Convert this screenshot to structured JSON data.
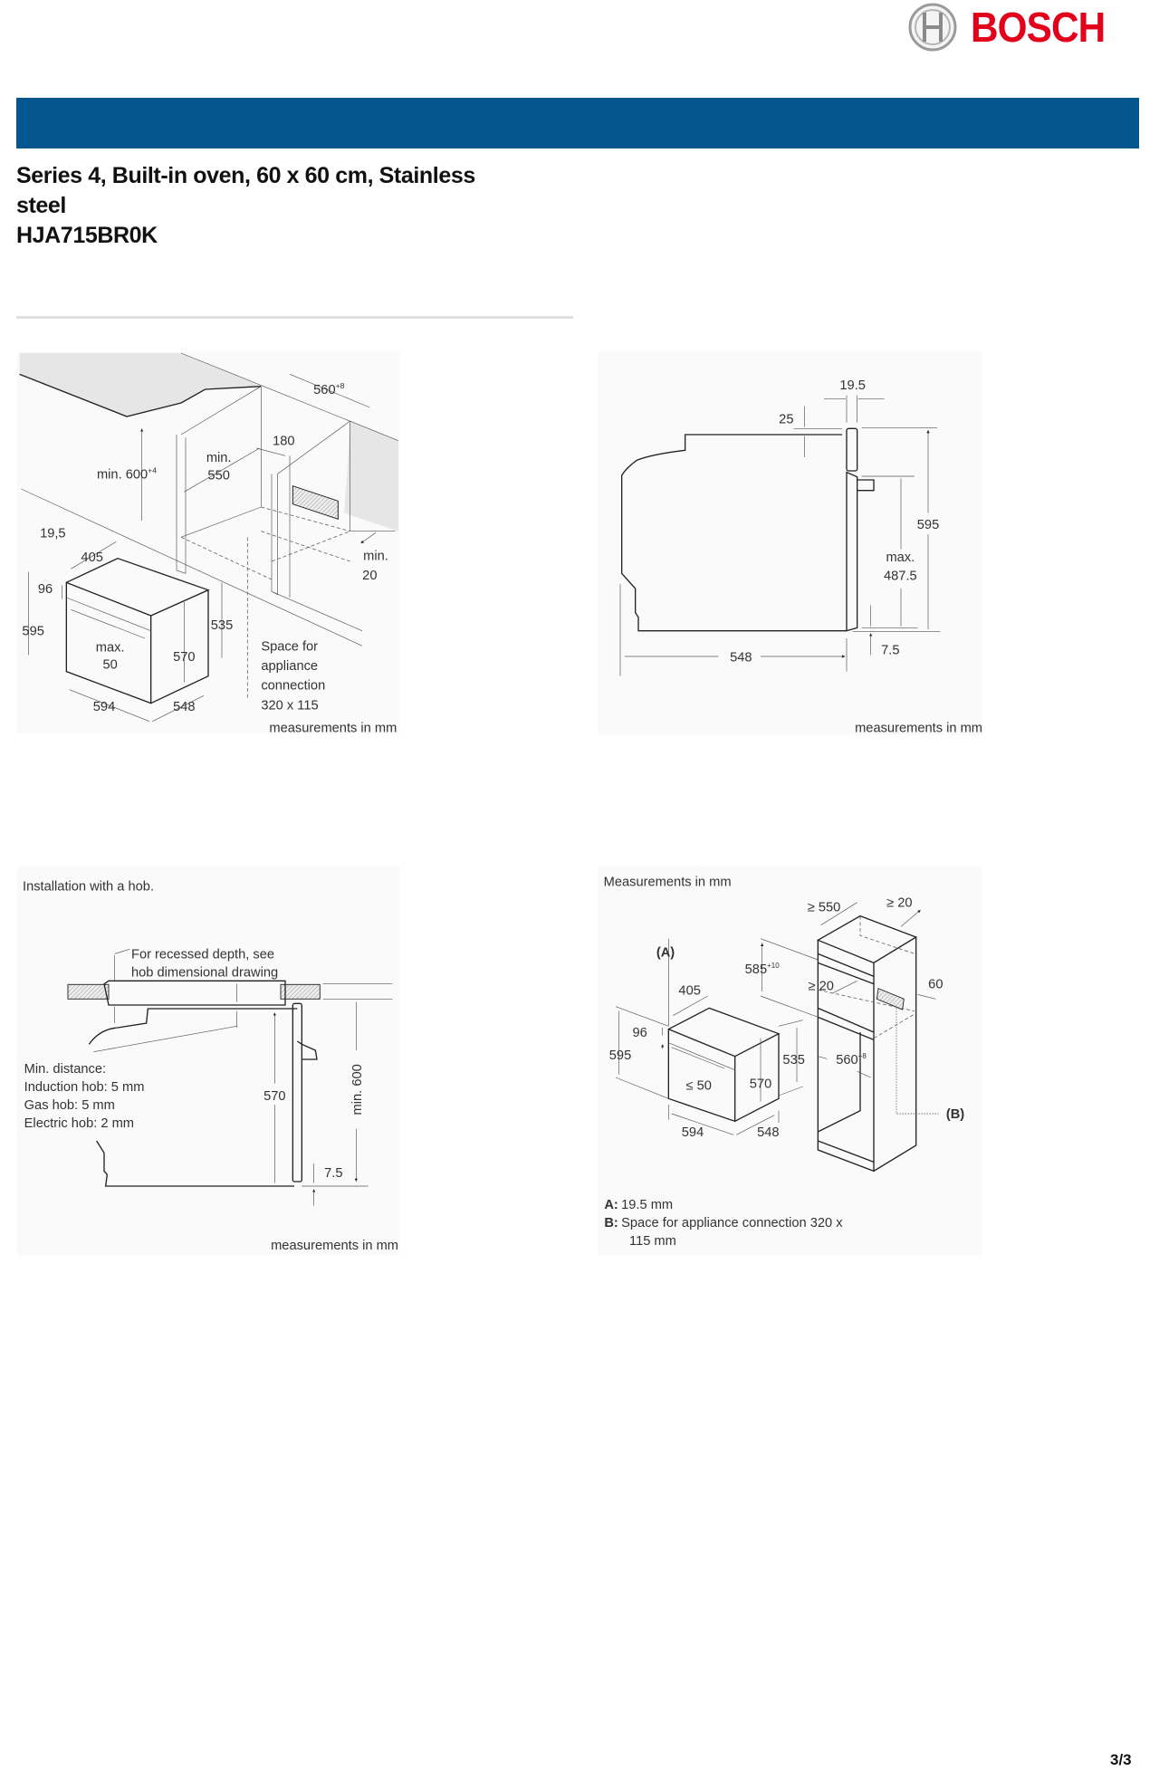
{
  "brand": {
    "name": "BOSCH",
    "color": "#e2001a",
    "bar_color": "#04568f"
  },
  "product": {
    "title_line1": "Series 4, Built-in oven, 60 x 60 cm, Stainless",
    "title_line2": "steel",
    "model": "HJA715BR0K"
  },
  "diagram_install": {
    "d560": "560",
    "d560_tol": "+8",
    "d180": "180",
    "min550_a": "min.",
    "min550_b": "550",
    "min600": "min. 600",
    "min600_tol": "+4",
    "d19_5": "19,5",
    "d405": "405",
    "d96": "96",
    "d595": "595",
    "max50_a": "max.",
    "max50_b": "50",
    "d570": "570",
    "d535": "535",
    "d594": "594",
    "d548": "548",
    "min20_a": "min.",
    "min20_b": "20",
    "space_1": "Space for",
    "space_2": "appliance",
    "space_3": "connection",
    "space_4": "320 x 115",
    "units": "measurements in mm"
  },
  "diagram_side": {
    "d19_5": "19.5",
    "d25": "25",
    "d595": "595",
    "max_a": "max.",
    "max_b": "487.5",
    "d548": "548",
    "d7_5": "7.5",
    "units": "measurements in mm"
  },
  "diagram_hob": {
    "heading": "Installation with a hob.",
    "recess_1": "For recessed depth, see",
    "recess_2": "hob dimensional drawing",
    "min_distance": "Min. distance:",
    "induction": "Induction hob: 5 mm",
    "gas": "Gas hob: 5 mm",
    "electric": "Electric hob: 2 mm",
    "d570": "570",
    "min600": "min. 600",
    "d7_5": "7.5",
    "units": "measurements in mm"
  },
  "diagram_tall": {
    "heading": "Measurements in mm",
    "ge550": "≥ 550",
    "ge20_top": "≥ 20",
    "label_a": "(A)",
    "d585": "585",
    "d585_tol": "+10",
    "ge20_mid": "≥ 20",
    "d60": "60",
    "d405": "405",
    "d96": "96",
    "d595": "595",
    "d535": "535",
    "d560": "560",
    "d560_tol": "+8",
    "le50": "≤ 50",
    "d570": "570",
    "label_b": "(B)",
    "d594": "594",
    "d548": "548",
    "legend_a_key": "A:",
    "legend_a": "19.5 mm",
    "legend_b_key": "B:",
    "legend_b_1": "Space for appliance connection 320 x",
    "legend_b_2": "115 mm"
  },
  "footer": {
    "page": "3/3"
  }
}
